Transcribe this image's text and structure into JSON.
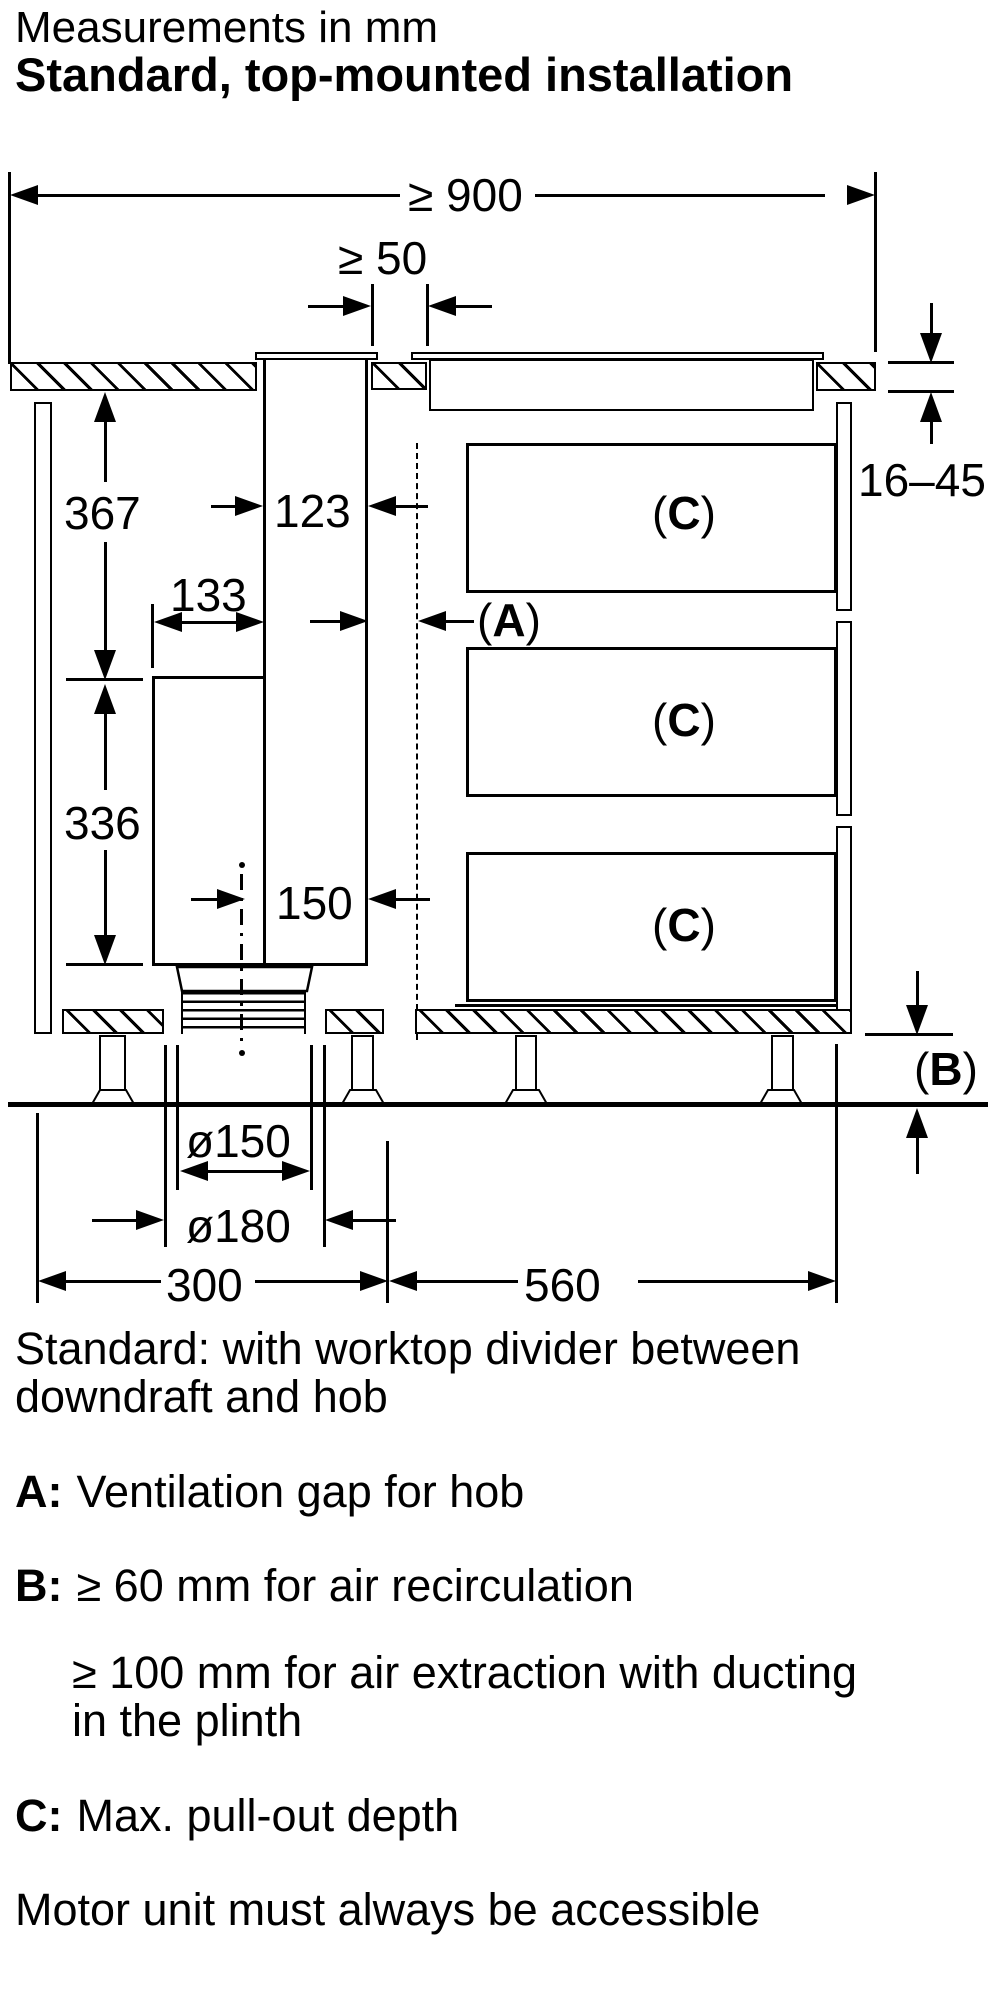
{
  "title": {
    "subtitle": "Measurements in mm",
    "heading": "Standard, top-mounted installation"
  },
  "dims": {
    "total_width": "≥ 900",
    "divider_width": "≥ 50",
    "worktop_thickness": "16–45",
    "top_height": "367",
    "duct_width": "123",
    "motor_width": "133",
    "bottom_height": "336",
    "outlet_offset": "150",
    "duct_diameter": "ø150",
    "plinth_cutout": "ø180",
    "left_width": "300",
    "right_width": "560"
  },
  "labels": {
    "paren_open": "(",
    "paren_close": ")",
    "a": "A",
    "b": "B",
    "c": "C"
  },
  "legend": {
    "rows": [
      {
        "prefix": "",
        "text": "Standard: with worktop divider between"
      },
      {
        "prefix": "",
        "text": "downdraft and hob"
      },
      {
        "prefix": "A:",
        "text": "Ventilation gap for hob"
      },
      {
        "prefix": "B:",
        "text": "≥ 60 mm for air recirculation"
      },
      {
        "prefix": "",
        "text": "≥ 100 mm for air extraction with ducting"
      },
      {
        "prefix": "",
        "text": "in the plinth"
      },
      {
        "prefix": "C:",
        "text": "Max. pull-out depth"
      },
      {
        "prefix": "",
        "text": "Motor unit must always be accessible"
      }
    ]
  }
}
